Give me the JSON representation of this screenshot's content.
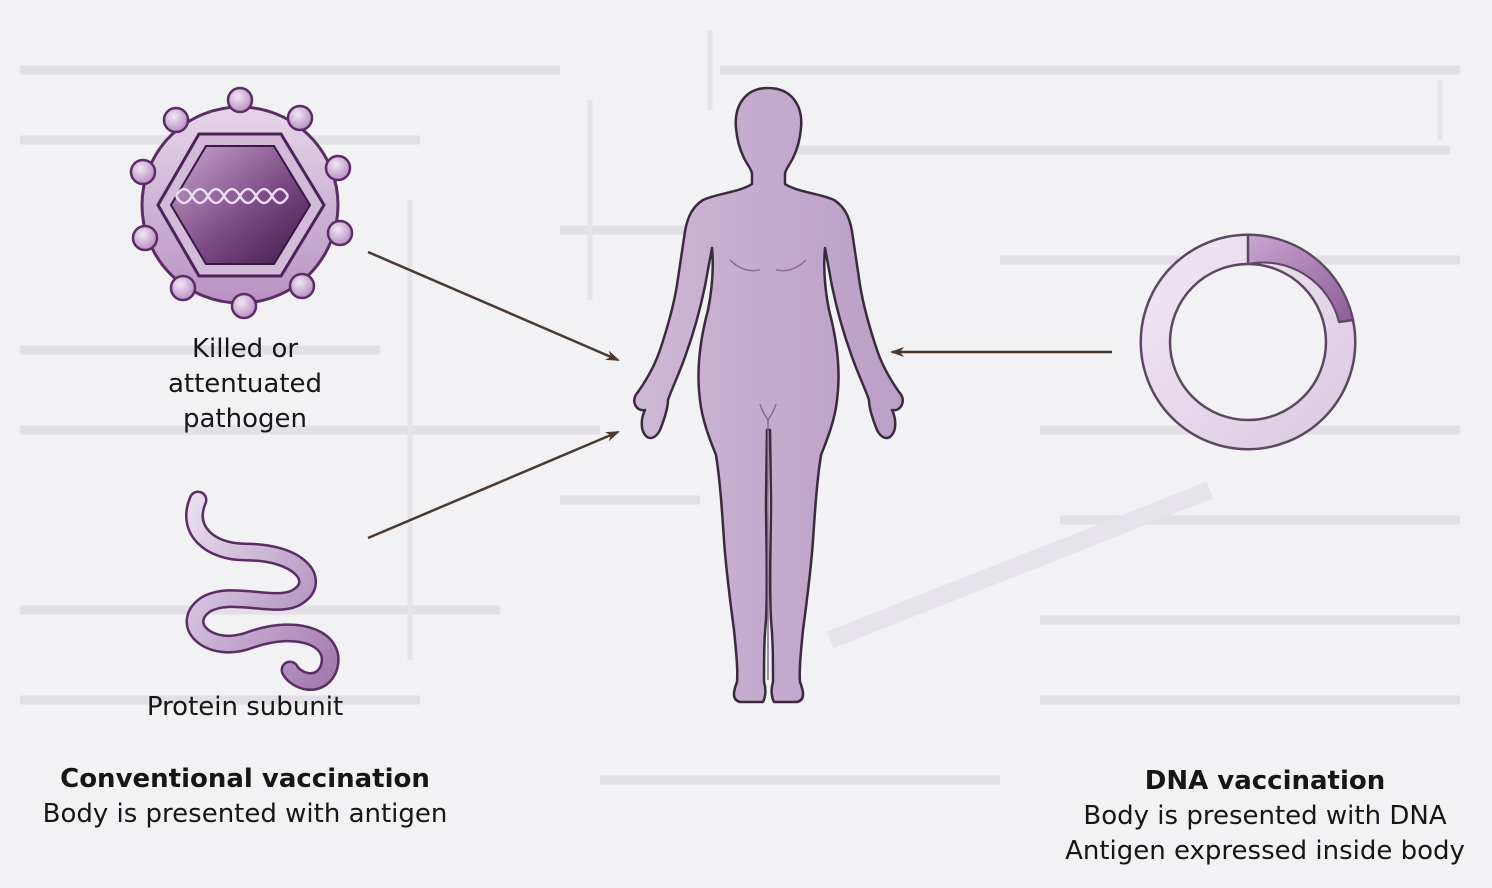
{
  "pathogen_label": [
    "Killed or",
    "attentuated",
    "pathogen"
  ],
  "protein_label": "Protein subunit",
  "conventional": {
    "title": "Conventional vaccination",
    "subtitle": "Body is presented with antigen"
  },
  "dna": {
    "title": "DNA vaccination",
    "line1": "Body is presented with DNA",
    "line2": "Antigen expressed inside body"
  },
  "colors": {
    "purple_dark": "#5a2d64",
    "purple_mid": "#9c6aa6",
    "purple_light": "#cdb7d3",
    "body_fill": "#c7b0cf",
    "arrow": "#4a3a30",
    "background": "#f2f1f4"
  }
}
